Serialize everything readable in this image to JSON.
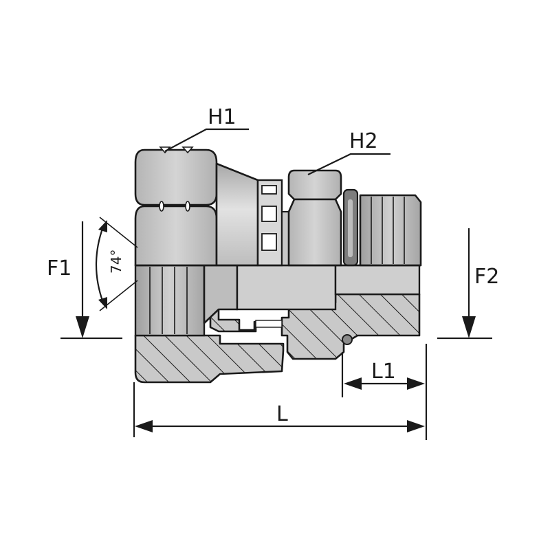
{
  "labels": {
    "h1": "H1",
    "h2": "H2",
    "f1": "F1",
    "f2": "F2",
    "l": "L",
    "l1": "L1",
    "angle": "74°"
  },
  "colors": {
    "metal": "#c4c4c4",
    "metal_light": "#dedede",
    "metal_dark": "#9a9a9a",
    "section": "#c9c9c9",
    "bore": "#bfbfbf",
    "line": "#1a1a1a",
    "background": "#ffffff"
  }
}
